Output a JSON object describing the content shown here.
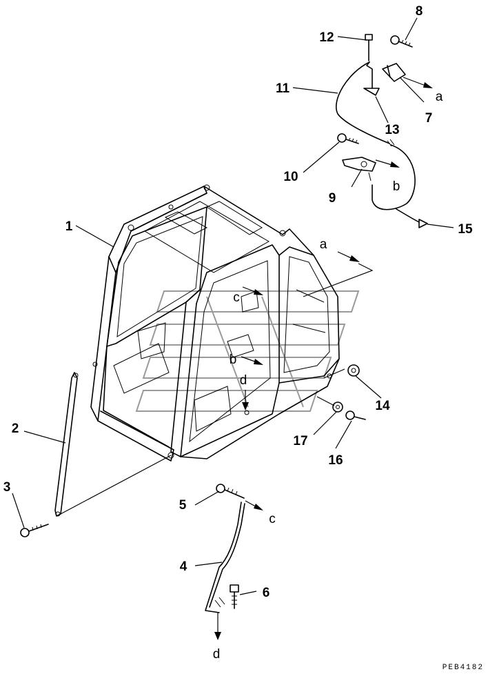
{
  "diagram": {
    "callouts": [
      {
        "id": "c1",
        "label": "1"
      },
      {
        "id": "c2",
        "label": "2"
      },
      {
        "id": "c3",
        "label": "3"
      },
      {
        "id": "c4",
        "label": "4"
      },
      {
        "id": "c5",
        "label": "5"
      },
      {
        "id": "c6",
        "label": "6"
      },
      {
        "id": "c7",
        "label": "7"
      },
      {
        "id": "c8",
        "label": "8"
      },
      {
        "id": "c9",
        "label": "9"
      },
      {
        "id": "c10",
        "label": "10"
      },
      {
        "id": "c11",
        "label": "11"
      },
      {
        "id": "c12",
        "label": "12"
      },
      {
        "id": "c13",
        "label": "13"
      },
      {
        "id": "c14",
        "label": "14"
      },
      {
        "id": "c15",
        "label": "15"
      },
      {
        "id": "c16",
        "label": "16"
      },
      {
        "id": "c17",
        "label": "17"
      }
    ],
    "connection_letters": {
      "a": "a",
      "b": "b",
      "c": "c",
      "d": "d"
    },
    "doc_id": "PEB4182"
  }
}
